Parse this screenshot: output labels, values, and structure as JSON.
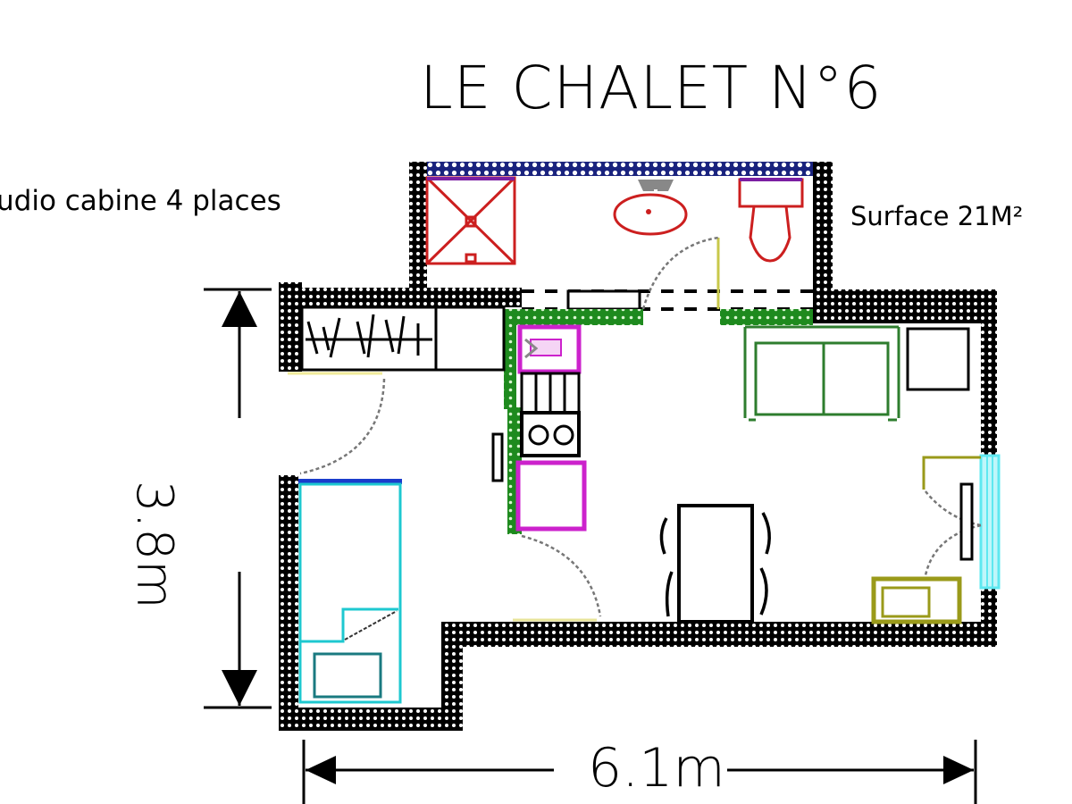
{
  "header": {
    "title": "LE CHALET N°6",
    "subtitle": "udio cabine 4 places",
    "surface": "Surface 21M²"
  },
  "dimensions": {
    "width_label": "6.1m",
    "height_label": "3.8m"
  },
  "rooms": [
    {
      "name": "bathroom",
      "fixtures": [
        "shower",
        "washbasin",
        "toilet"
      ]
    },
    {
      "name": "entrance-closet",
      "fixtures": [
        "wardrobe",
        "storage"
      ]
    },
    {
      "name": "kitchenette",
      "fixtures": [
        "sink",
        "dishwasher",
        "hob",
        "fridge"
      ]
    },
    {
      "name": "living-area",
      "fixtures": [
        "sofa",
        "armchair-box",
        "dining-table",
        "chairs",
        "tv-unit"
      ]
    },
    {
      "name": "cabin",
      "fixtures": [
        "bunk-bed"
      ]
    }
  ],
  "colors": {
    "wall": "#000000",
    "bath_fixture": "#cc1f1f",
    "kitchen_wall": "#1e8a1e",
    "kitchen_appliance": "#cc22cc",
    "sofa": "#2e7d2e",
    "bed": "#1ec8d0",
    "window": "#5ee8f0",
    "tv_unit": "#9a9a1a",
    "bath_window": "#1a237e"
  }
}
